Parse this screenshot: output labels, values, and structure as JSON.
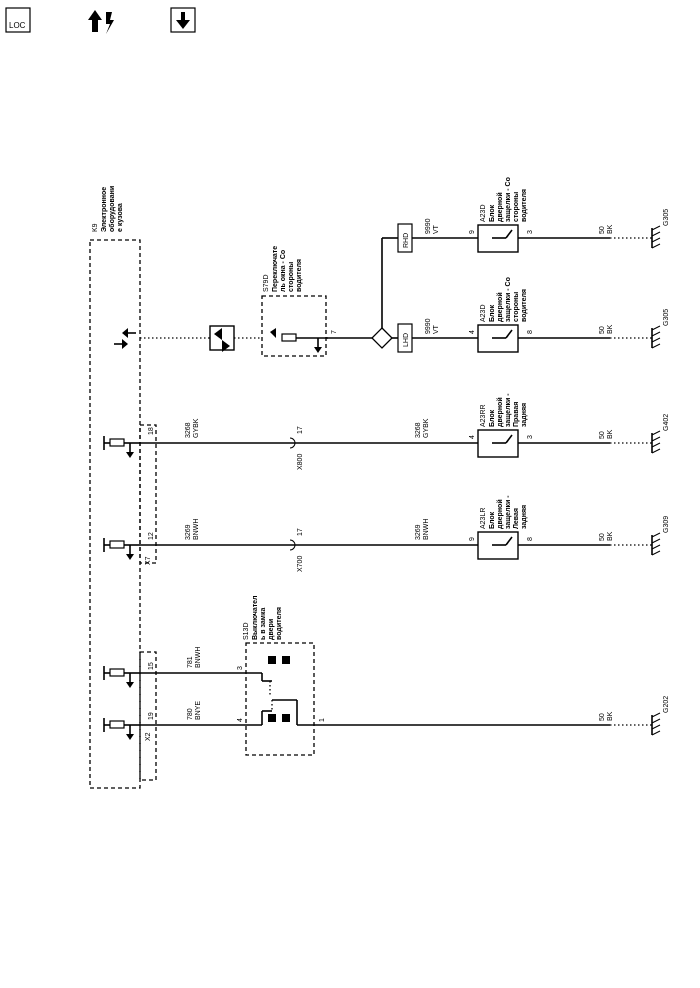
{
  "header_icons": [
    {
      "name": "loc-icon",
      "text": "LOC"
    },
    {
      "name": "hot-at-all-times-icon"
    },
    {
      "name": "ground-icon"
    }
  ],
  "module_k9": {
    "ref": "K9",
    "name_lines": [
      "Электронное",
      "оборудовани",
      "е кузова"
    ],
    "connectors": [
      "X2",
      "X7"
    ]
  },
  "pins_k9": {
    "p18": "18",
    "p12": "12",
    "p15": "15",
    "p19": "19"
  },
  "switch_s79d": {
    "ref": "S79D",
    "name_lines": [
      "Переключате",
      "ль окна - Со",
      "стороны",
      "водителя"
    ],
    "pin": "7"
  },
  "switch_s13d": {
    "ref": "S13D",
    "name_lines": [
      "Выключател",
      "ь в замка",
      "двери",
      "водителя"
    ],
    "pin3": "3",
    "pin4": "4",
    "pin1": "1"
  },
  "options": {
    "rhd": "RHD",
    "lhd": "LHD"
  },
  "wires": [
    {
      "id": "w9990a",
      "circuit": "9990",
      "color": "VT"
    },
    {
      "id": "w9990b",
      "circuit": "9990",
      "color": "VT"
    },
    {
      "id": "w3268a",
      "circuit": "3268",
      "color": "GYBK"
    },
    {
      "id": "w3268b",
      "circuit": "3268",
      "color": "GYBK"
    },
    {
      "id": "w3269a",
      "circuit": "3269",
      "color": "BNWH"
    },
    {
      "id": "w3269b",
      "circuit": "3269",
      "color": "BNWH"
    },
    {
      "id": "w781",
      "circuit": "781",
      "color": "BNWH"
    },
    {
      "id": "w780",
      "circuit": "780",
      "color": "BNYE"
    }
  ],
  "inline_connectors": {
    "x800": {
      "ref": "X800",
      "pin": "17"
    },
    "x700": {
      "ref": "X700",
      "pin": "17"
    }
  },
  "actuators": [
    {
      "ref": "A23D",
      "name_lines": [
        "Блок",
        "дверной",
        "защелки - Со",
        "стороны",
        "водителя"
      ],
      "pin_in": "9",
      "pin_out": "3"
    },
    {
      "ref": "A23D",
      "name_lines": [
        "Блок",
        "дверной",
        "защелки - Со",
        "стороны",
        "водителя"
      ],
      "pin_in": "4",
      "pin_out": "8"
    },
    {
      "ref": "A23RR",
      "name_lines": [
        "Блок",
        "дверной",
        "защелки -",
        "Правая",
        "задняя"
      ],
      "pin_in": "4",
      "pin_out": "3"
    },
    {
      "ref": "A23LR",
      "name_lines": [
        "Блок",
        "дверной",
        "защелки -",
        "Левая",
        "задняя"
      ],
      "pin_in": "9",
      "pin_out": "8"
    }
  ],
  "grounds": [
    {
      "circuit": "50",
      "color": "BK",
      "ref": "G305"
    },
    {
      "circuit": "50",
      "color": "BK",
      "ref": "G305"
    },
    {
      "circuit": "50",
      "color": "BK",
      "ref": "G402"
    },
    {
      "circuit": "50",
      "color": "BK",
      "ref": "G309"
    },
    {
      "circuit": "50",
      "color": "BK",
      "ref": "G202"
    }
  ]
}
